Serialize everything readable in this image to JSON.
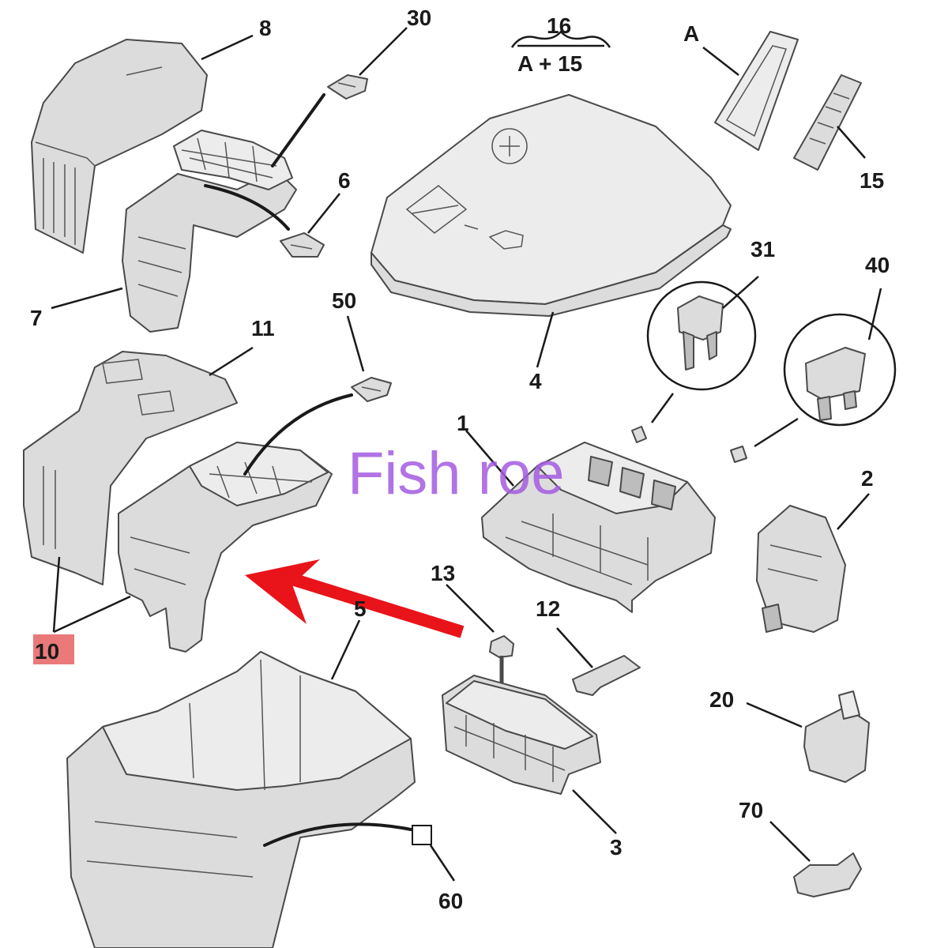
{
  "labels": {
    "l8": "8",
    "l30": "30",
    "l16": "16",
    "l16b": "A + 15",
    "lA": "A",
    "l15": "15",
    "l6": "6",
    "l7": "7",
    "l4": "4",
    "l31": "31",
    "l40": "40",
    "l50": "50",
    "l11": "11",
    "l1": "1",
    "l2": "2",
    "l10": "10",
    "l13": "13",
    "l12": "12",
    "l5": "5",
    "l20": "20",
    "l70": "70",
    "l3": "3",
    "l60": "60"
  },
  "watermark": "Fish roe",
  "colors": {
    "arrow": "#e8141a",
    "highlight": "#e86a6a",
    "watermark": "#a35be0"
  }
}
